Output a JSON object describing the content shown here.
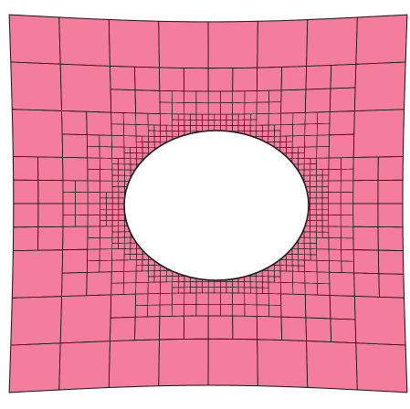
{
  "figure": {
    "fill_color": "#F47D9D",
    "line_color": "#1a1a1a",
    "hole_color": "#ffffff",
    "background": "#ffffff",
    "coarse_grid": {
      "columns": 8,
      "rows": 8
    },
    "refinement_levels": 3
  }
}
